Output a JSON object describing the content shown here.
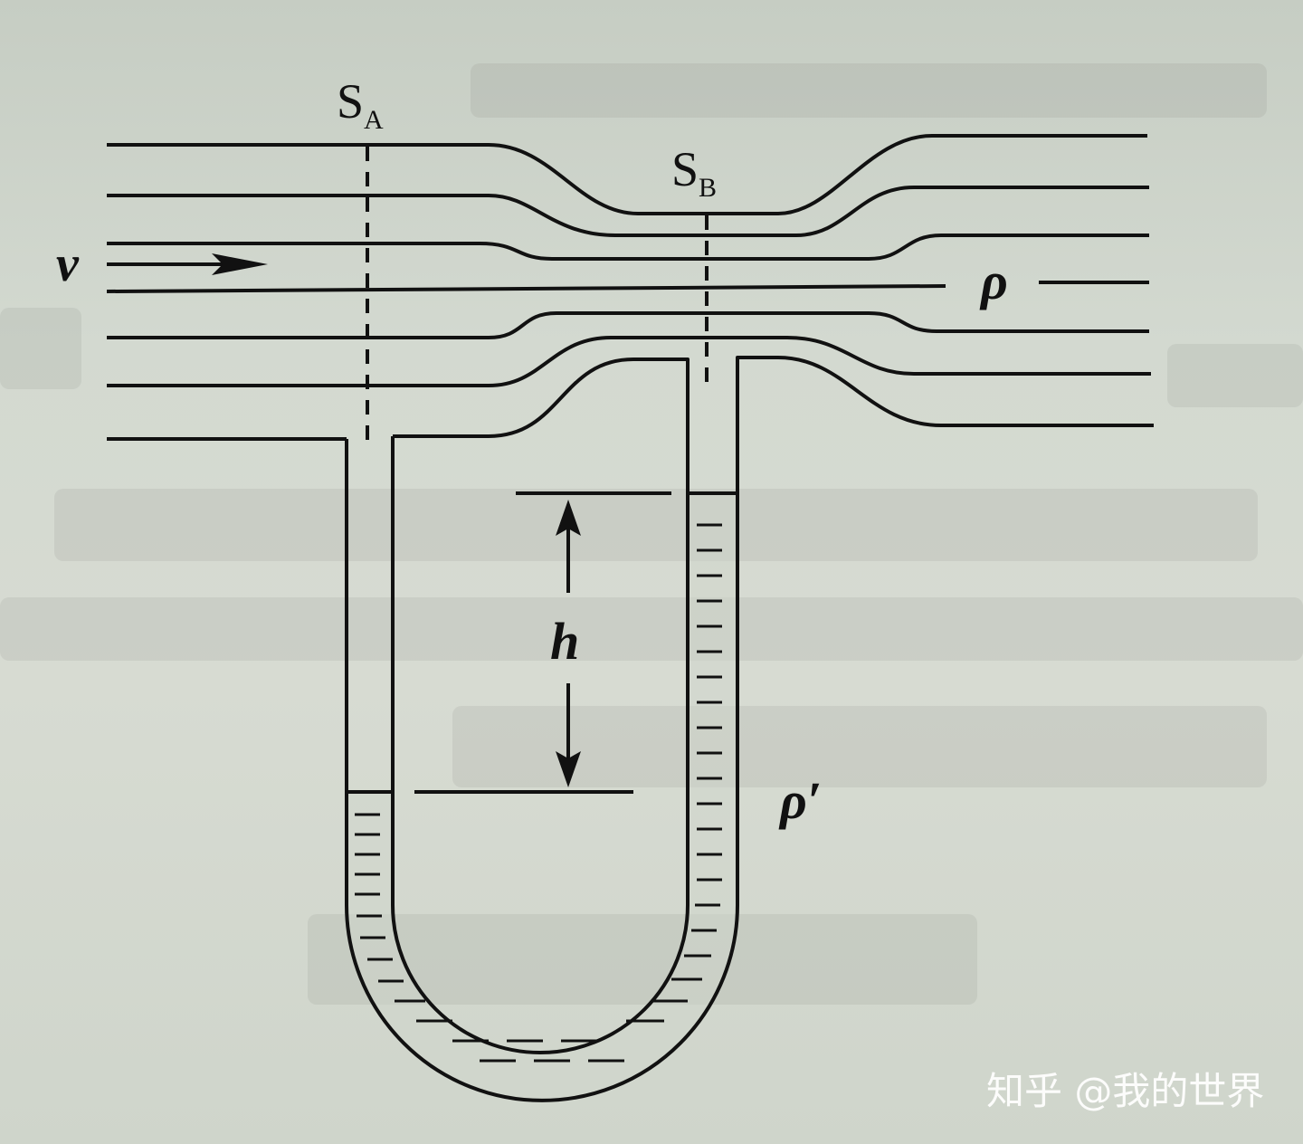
{
  "diagram": {
    "section_a_label": "S",
    "section_a_subscript": "A",
    "section_b_label": "S",
    "section_b_subscript": "B",
    "velocity_label": "v",
    "fluid_density_label": "ρ",
    "manometer_density_label": "ρ′",
    "height_label": "h"
  },
  "watermark": {
    "text": "知乎 @我的世界"
  }
}
